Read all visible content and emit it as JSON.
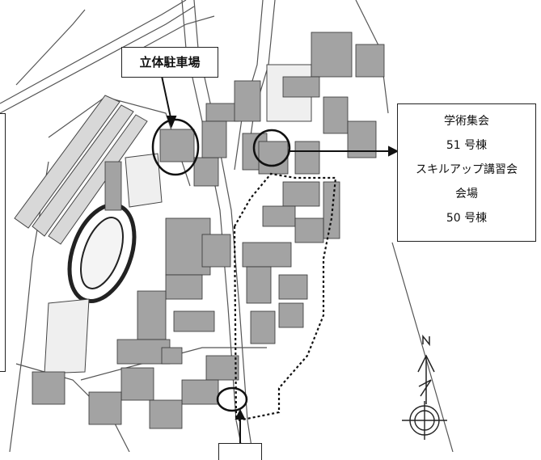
{
  "callouts": {
    "parking": "立体駐車場",
    "venue_lines": [
      "学術集会",
      "51 号棟",
      "スキルアップ講習会",
      "会場",
      "50 号棟"
    ]
  },
  "icons": {
    "north_arrow": "north-arrow-icon",
    "compass_rose": "compass-rose-icon",
    "track": "athletic-track-icon"
  },
  "colors": {
    "building": "#a3a3a3",
    "line": "#333333",
    "background": "#ffffff"
  }
}
